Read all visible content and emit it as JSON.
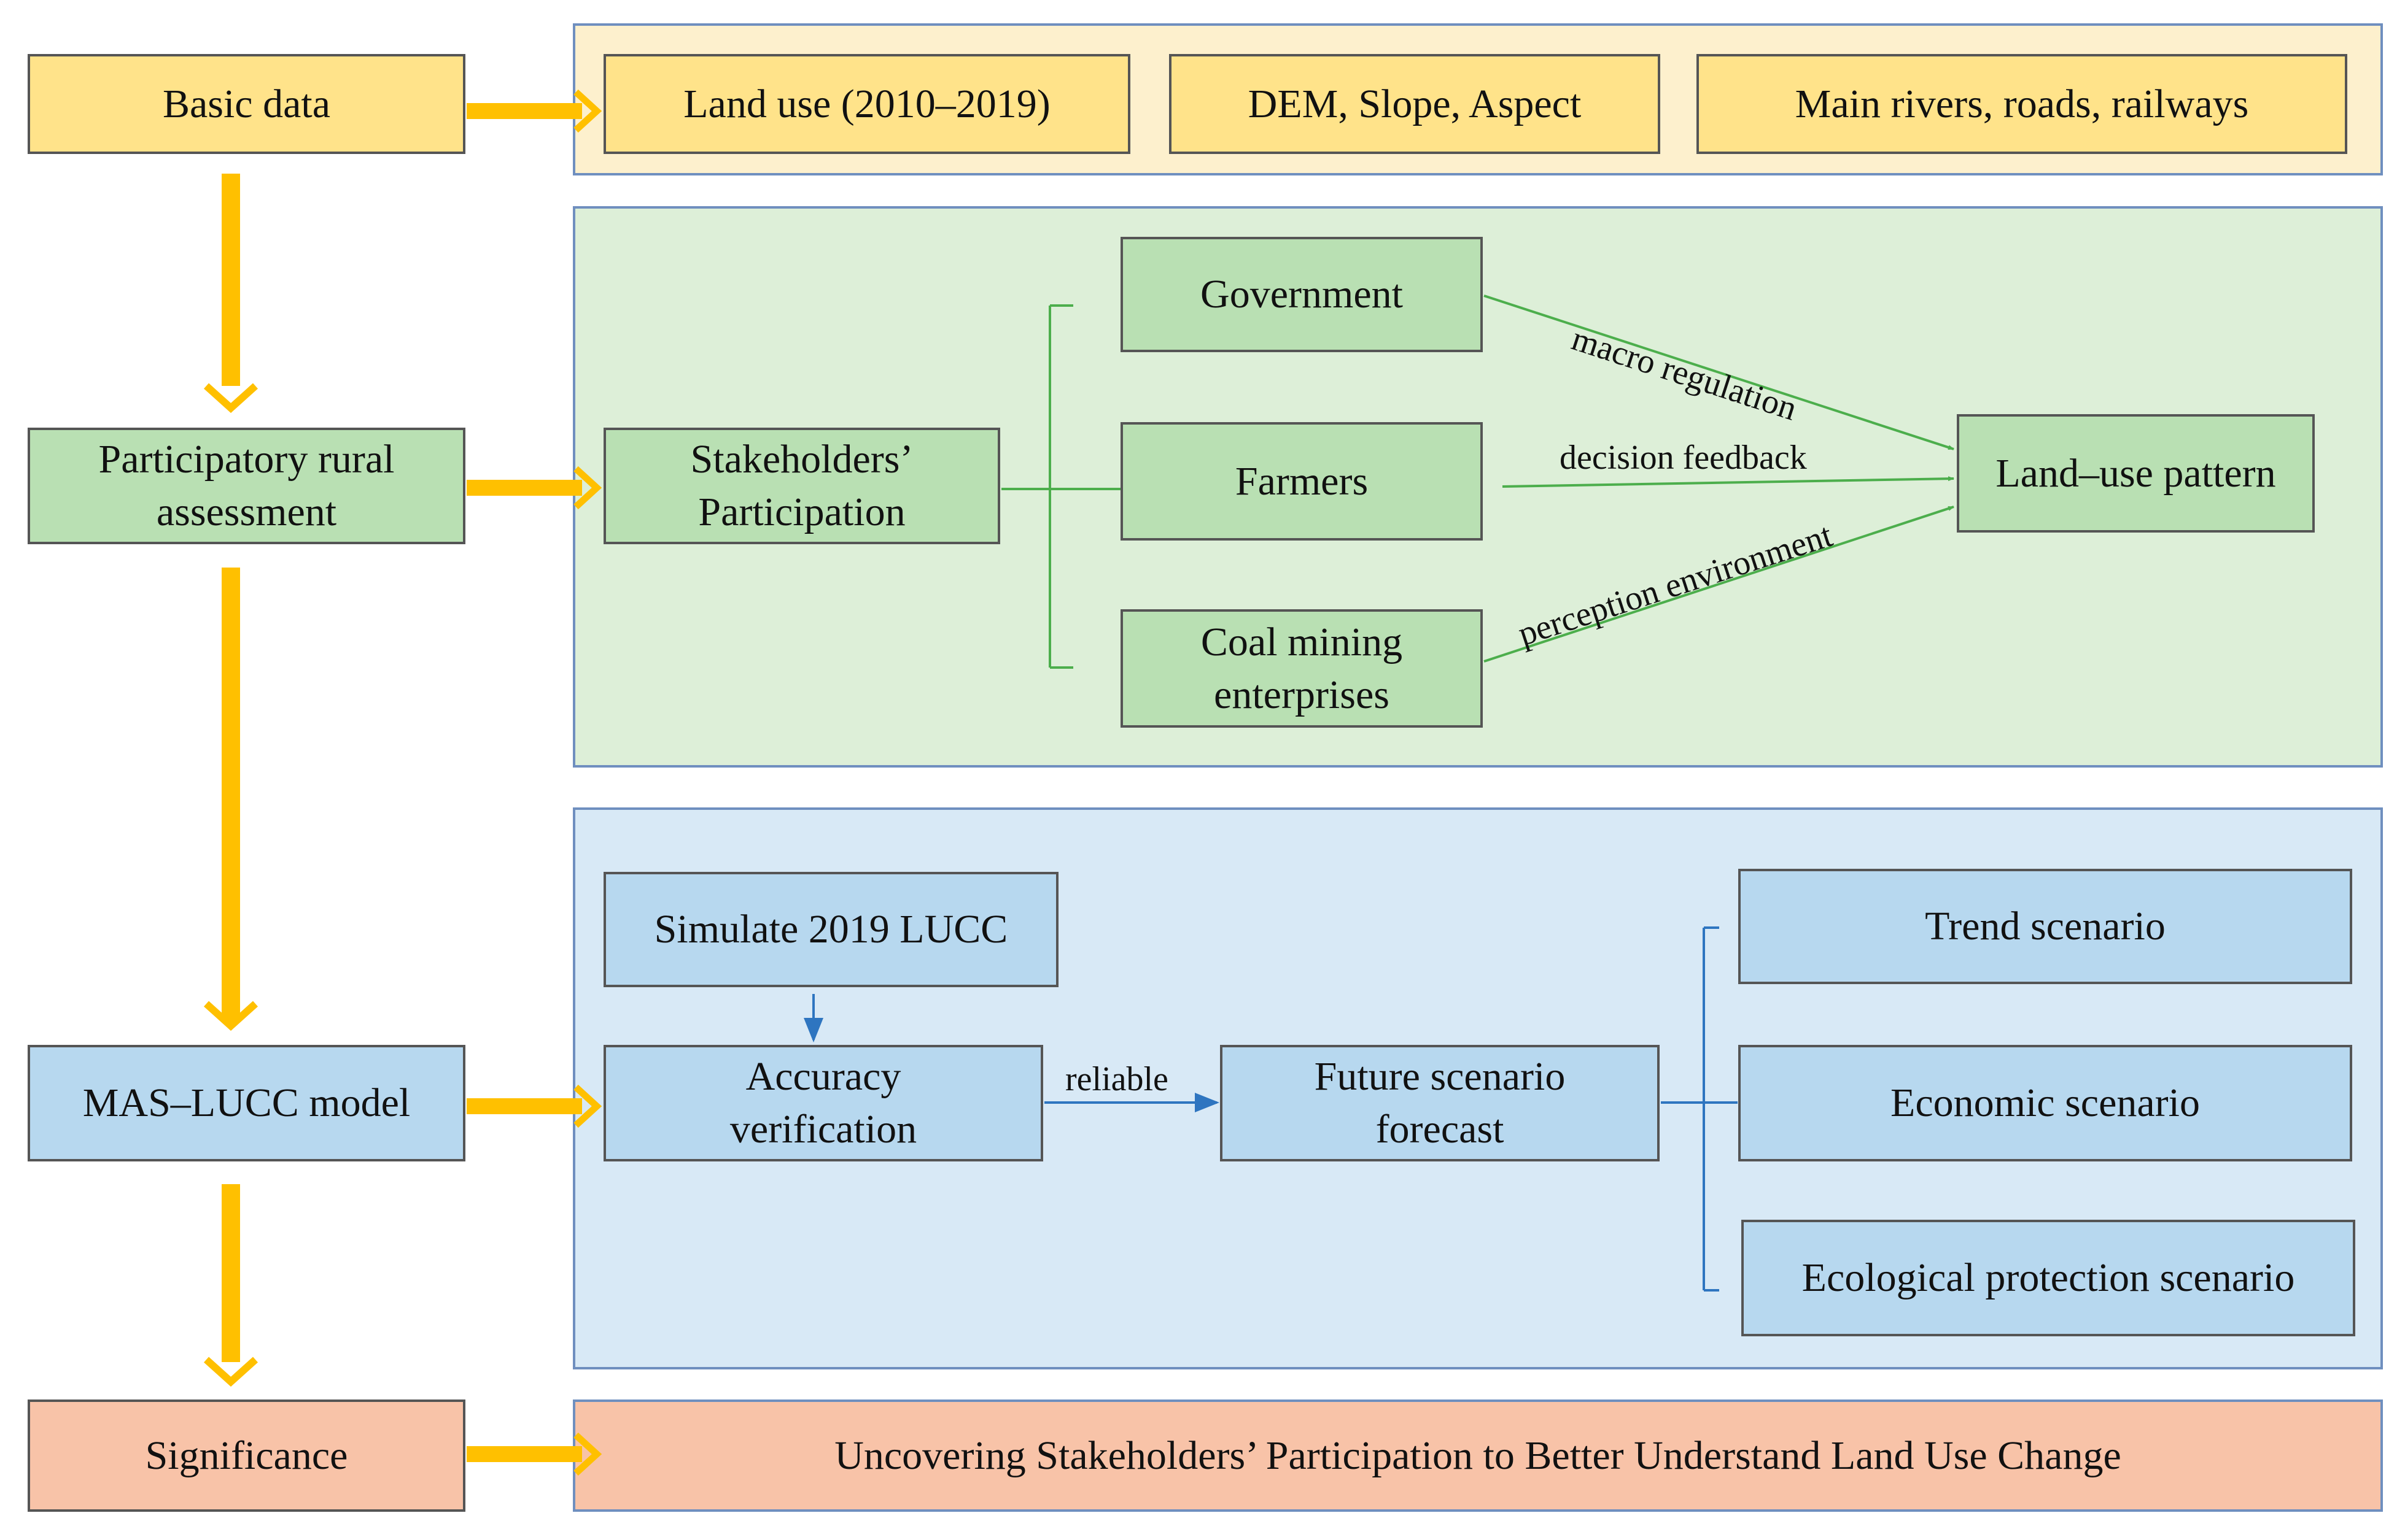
{
  "colors": {
    "yellow_fill": "#ffe38a",
    "yellow_panel": "#fdf0cd",
    "green_fill": "#b9e0b3",
    "green_panel": "#ddefd8",
    "blue_fill": "#b7d8ef",
    "blue_panel": "#d8e9f6",
    "pink_fill": "#f8c3a8",
    "main_arrow": "#ffc000",
    "green_line": "#4cae4c",
    "blue_line": "#2e75c0"
  },
  "left_column": {
    "basic_data": "Basic data",
    "participatory_line1": "Participatory rural",
    "participatory_line2": "assessment",
    "mas_lucc": "MAS–LUCC model",
    "significance": "Significance"
  },
  "basic_data_row": {
    "land_use": "Land use (2010–2019)",
    "dem": "DEM, Slope, Aspect",
    "rivers": "Main rivers, roads, railways"
  },
  "participation_panel": {
    "stakeholders_line1": "Stakeholders’",
    "stakeholders_line2": "Participation",
    "government": "Government",
    "farmers": "Farmers",
    "coal_line1": "Coal mining",
    "coal_line2": "enterprises",
    "land_use_pattern": "Land–use pattern",
    "macro_regulation": "macro regulation",
    "decision_feedback": "decision feedback",
    "perception_environment": "perception environment"
  },
  "model_panel": {
    "simulate": "Simulate 2019 LUCC",
    "accuracy_line1": "Accuracy",
    "accuracy_line2": "verification",
    "reliable": "reliable",
    "future_line1": "Future scenario",
    "future_line2": "forecast",
    "trend": "Trend scenario",
    "economic": "Economic scenario",
    "ecological": "Ecological protection scenario"
  },
  "significance_panel": {
    "text": "Uncovering Stakeholders’ Participation to Better Understand Land Use Change"
  }
}
